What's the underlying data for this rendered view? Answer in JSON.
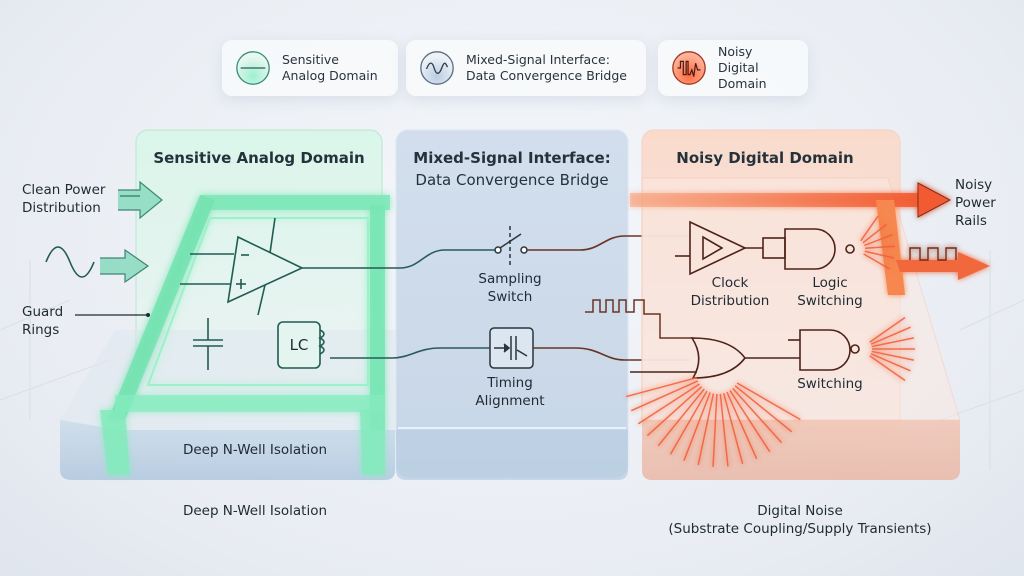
{
  "legend": [
    {
      "icon": "flat-line-circle-icon",
      "line1": "Sensitive",
      "line2": "Analog Domain",
      "color": "#3fcf95"
    },
    {
      "icon": "sine-wave-circle-icon",
      "line1": "Mixed-Signal Interface:",
      "line2": "Data Convergence Bridge",
      "color": "#7f9bb8"
    },
    {
      "icon": "noise-pulse-circle-icon",
      "line1": "Noisy Digital",
      "line2": "Domain",
      "color": "#f06a45"
    }
  ],
  "domains": {
    "analog": {
      "title": "Sensitive Analog Domain",
      "color": "#3fdc98",
      "base_label": "Deep N-Well Isolation",
      "caption": "Deep N-Well Isolation"
    },
    "interface": {
      "title_line1": "Mixed-Signal Interface:",
      "title_line2": "Data Convergence Bridge",
      "color": "#9fb7d2"
    },
    "digital": {
      "title": "Noisy Digital Domain",
      "color": "#f4764e",
      "caption_line1": "Digital Noise",
      "caption_line2": "(Substrate Coupling/Supply Transients)"
    }
  },
  "annotations": {
    "clean_power_1": "Clean Power",
    "clean_power_2": "Distribution",
    "guard_1": "Guard",
    "guard_2": "Rings",
    "lc_label": "LC",
    "sampling_1": "Sampling",
    "sampling_2": "Switch",
    "timing_1": "Timing",
    "timing_2": "Alignment",
    "clock_1": "Clock",
    "clock_2": "Distribution",
    "logic_1": "Logic",
    "logic_2": "Switching",
    "switching": "Switching",
    "noisy_power_1": "Noisy",
    "noisy_power_2": "Power",
    "noisy_power_3": "Rails"
  },
  "colors": {
    "analog_line": "#1f5c52",
    "digital_line": "#5a2a1e",
    "noise_ray": "#f2603a",
    "wire_dark": "#2b3a3a"
  }
}
